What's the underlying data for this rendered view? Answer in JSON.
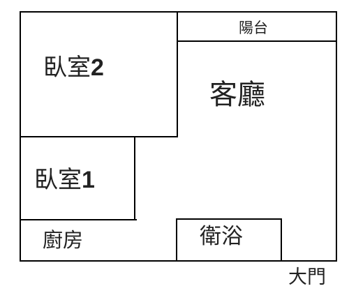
{
  "rooms": {
    "bedroom2": {
      "text": "臥室",
      "number": "2"
    },
    "bedroom1": {
      "text": "臥室",
      "number": "1"
    },
    "balcony": "陽台",
    "living_room": "客廳",
    "kitchen": "廚房",
    "bathroom": "衛浴",
    "main_door": "大門"
  },
  "colors": {
    "line": "#000000",
    "background": "#ffffff",
    "text": "#222222"
  }
}
